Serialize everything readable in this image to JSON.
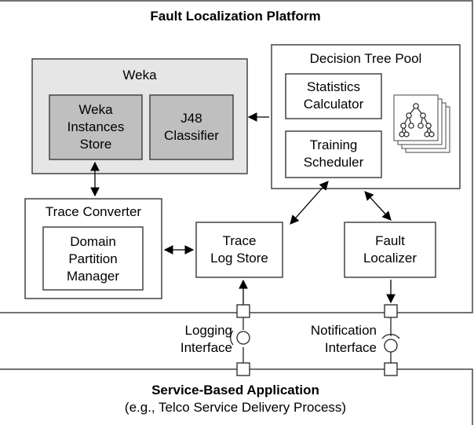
{
  "platform": {
    "title": "Fault Localization Platform"
  },
  "weka": {
    "title": "Weka",
    "instances_store": "Weka\nInstances\nStore",
    "classifier": "J48\nClassifier"
  },
  "decision_tree_pool": {
    "title": "Decision Tree Pool",
    "statistics_calculator": "Statistics\nCalculator",
    "training_scheduler": "Training\nScheduler",
    "icon": "decision-tree-stack-icon"
  },
  "trace_converter": {
    "title": "Trace Converter",
    "domain_partition_manager": "Domain\nPartition\nManager"
  },
  "trace_log_store": "Trace\nLog Store",
  "fault_localizer": "Fault\nLocalizer",
  "interfaces": {
    "logging": "Logging\nInterface",
    "notification": "Notification\nInterface"
  },
  "application": {
    "title": "Service-Based Application",
    "subtitle": "(e.g., Telco Service Delivery Process)"
  }
}
